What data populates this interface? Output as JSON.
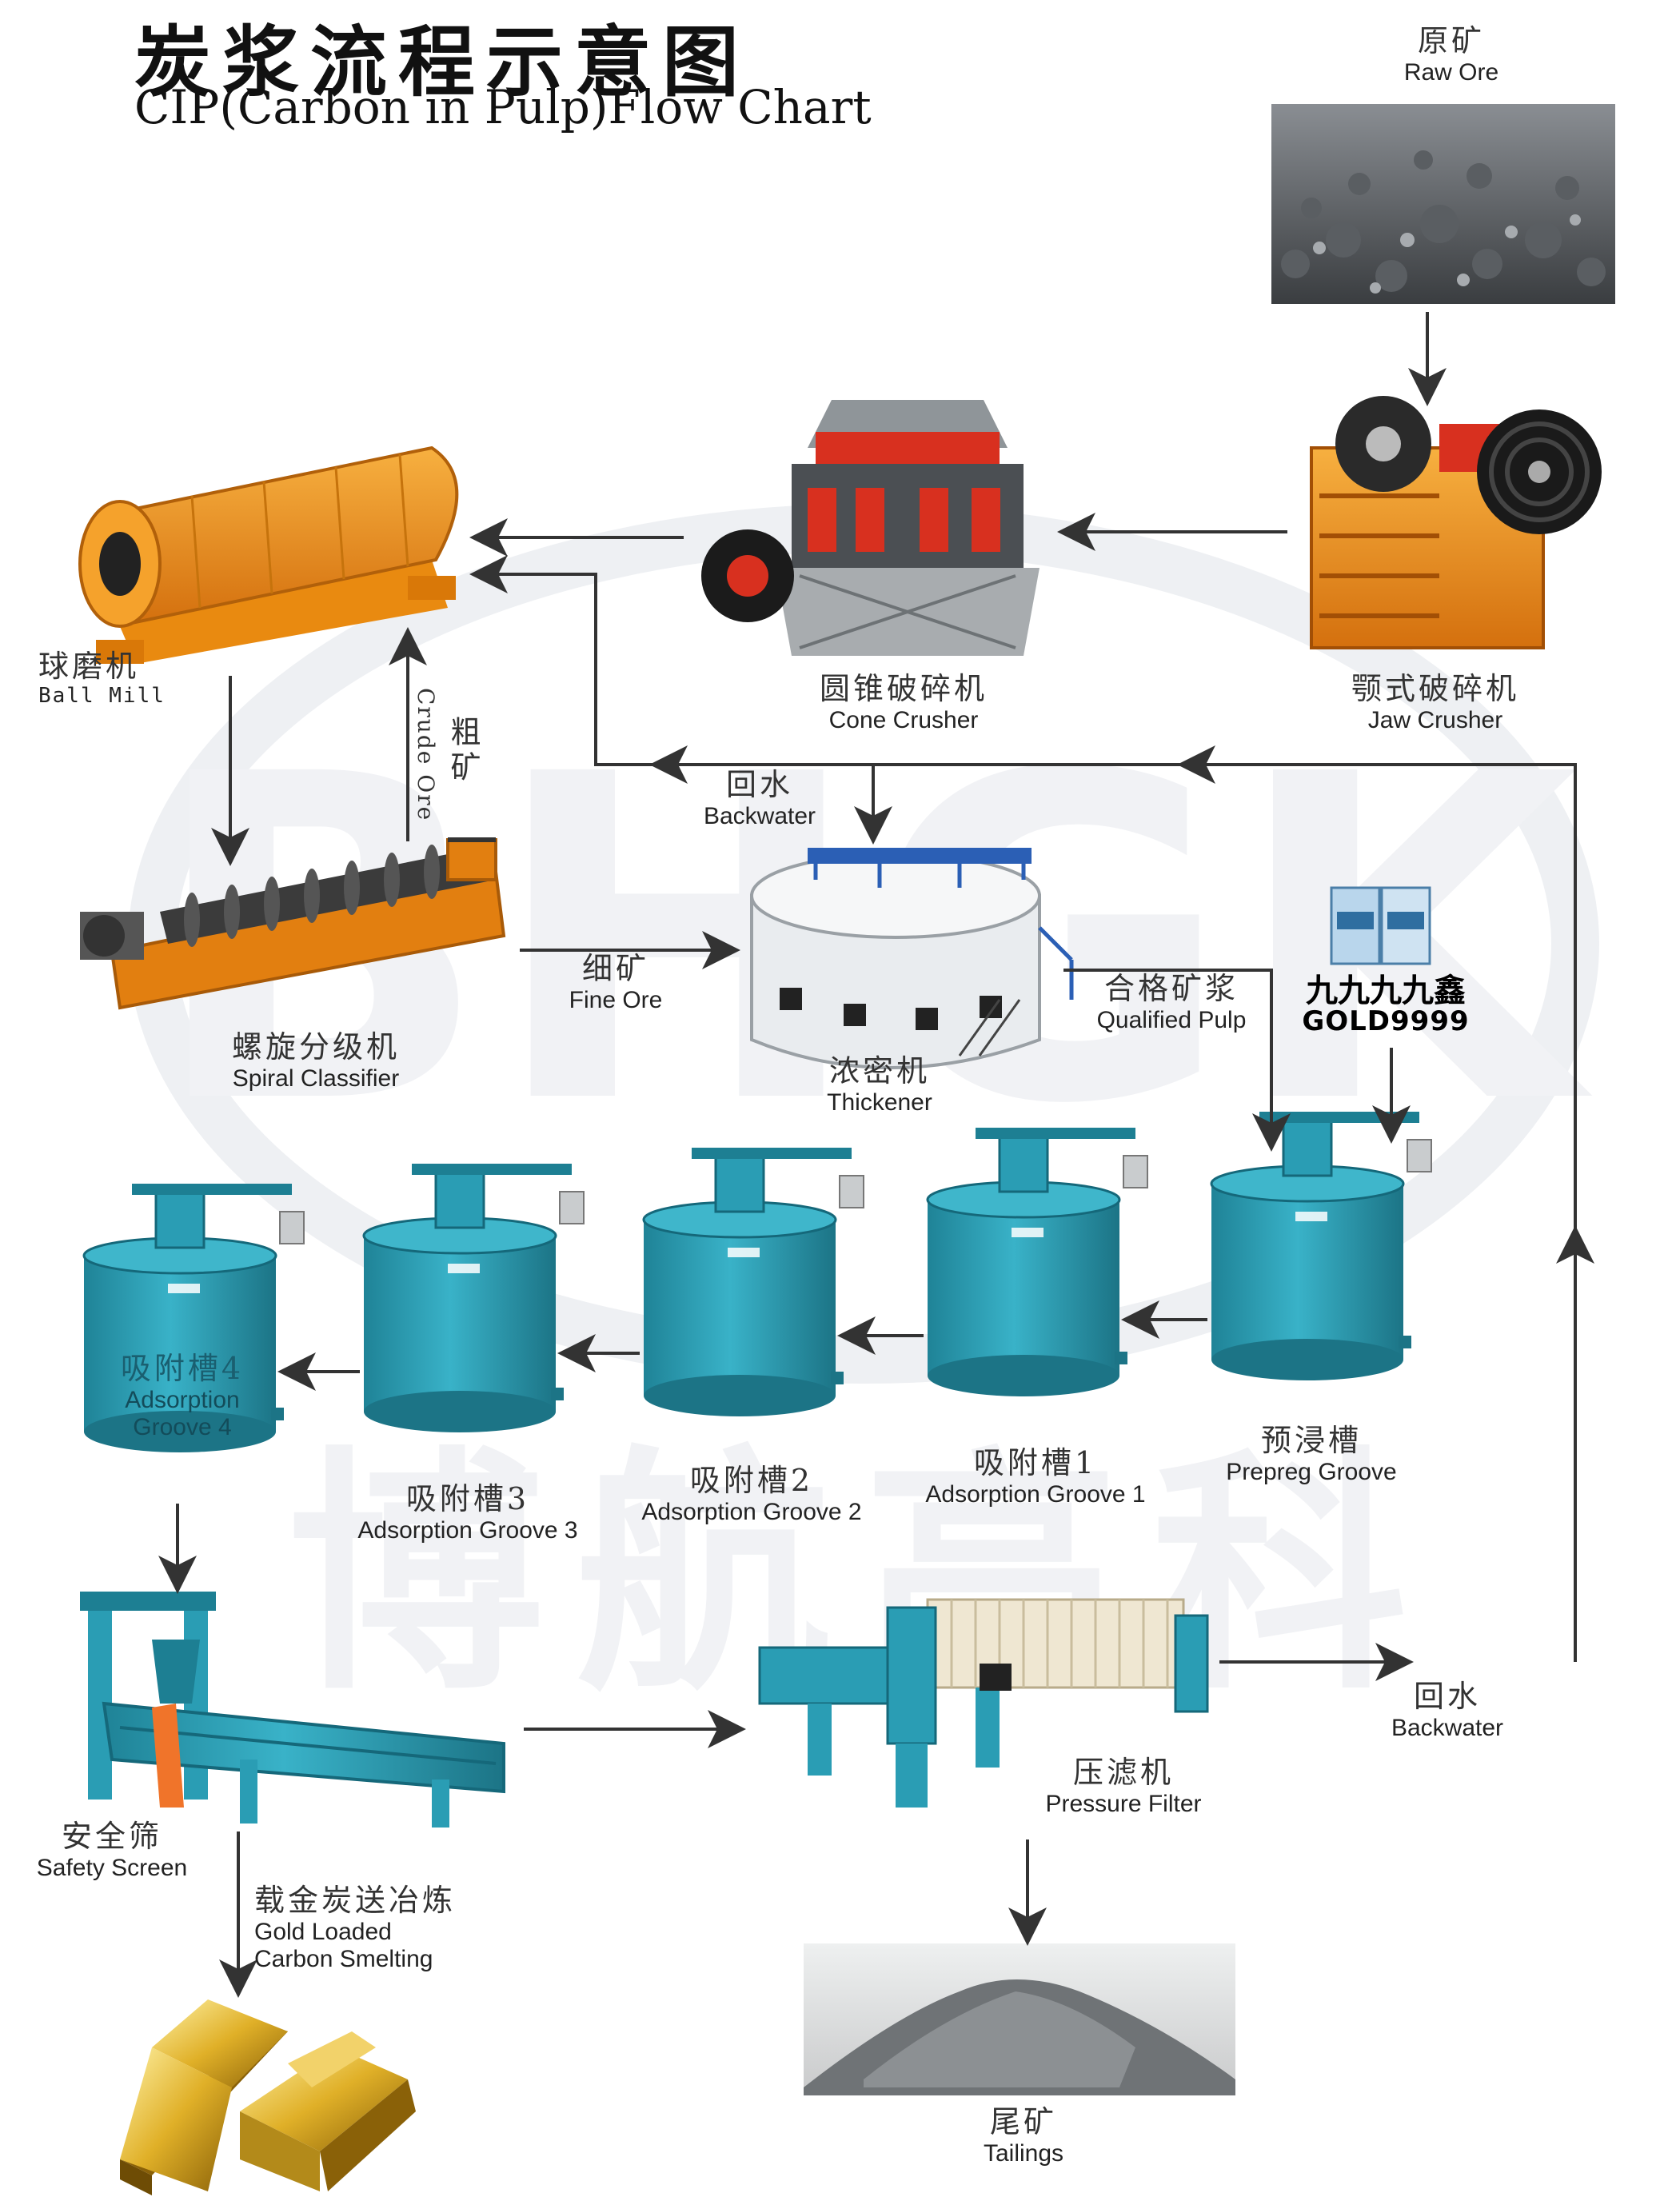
{
  "title": {
    "zh": "炭浆流程示意图",
    "en": "CIP(Carbon in Pulp)Flow  Chart"
  },
  "watermark": {
    "logo_letters": "BHGK",
    "company_zh": "博航高科"
  },
  "nodes": {
    "raw_ore": {
      "zh": "原矿",
      "en": "Raw Ore"
    },
    "jaw_crusher": {
      "zh": "颚式破碎机",
      "en": "Jaw Crusher"
    },
    "cone_crusher": {
      "zh": "圆锥破碎机",
      "en": "Cone Crusher"
    },
    "ball_mill": {
      "zh": "球磨机",
      "en": "Ball Mill"
    },
    "spiral_classifier": {
      "zh": "螺旋分级机",
      "en": "Spiral Classifier"
    },
    "thickener": {
      "zh": "浓密机",
      "en": "Thickener"
    },
    "reagent": {
      "zh": "九九九九鑫",
      "en": "GOLD9999"
    },
    "prepreg_groove": {
      "zh": "预浸槽",
      "en": "Prepreg Groove"
    },
    "adsorption_1": {
      "zh": "吸附槽1",
      "en": "Adsorption Groove 1"
    },
    "adsorption_2": {
      "zh": "吸附槽2",
      "en": "Adsorption Groove 2"
    },
    "adsorption_3": {
      "zh": "吸附槽3",
      "en": "Adsorption Groove 3"
    },
    "adsorption_4": {
      "zh": "吸附槽4",
      "en": "Adsorption",
      "en2": "Groove 4"
    },
    "safety_screen": {
      "zh": "安全筛",
      "en": "Safety Screen"
    },
    "pressure_filter": {
      "zh": "压滤机",
      "en": "Pressure Filter"
    },
    "tailings": {
      "zh": "尾矿",
      "en": "Tailings"
    },
    "gold": {
      "zh": "",
      "en": ""
    }
  },
  "edge_labels": {
    "crude_ore": {
      "zh": "粗矿",
      "en": "Crude Ore"
    },
    "fine_ore": {
      "zh": "细矿",
      "en": "Fine Ore"
    },
    "backwater_top": {
      "zh": "回水",
      "en": "Backwater"
    },
    "qualified_pulp": {
      "zh": "合格矿浆",
      "en": "Qualified Pulp"
    },
    "backwater_right": {
      "zh": "回水",
      "en": "Backwater"
    },
    "gold_loaded": {
      "zh": "载金炭送冶炼",
      "en": "Gold Loaded",
      "en2": "Carbon Smelting"
    }
  },
  "colors": {
    "orange": "#f08a1c",
    "teal": "#2a9db4",
    "teal_dark": "#1d7f93",
    "red": "#d8301f",
    "arrow": "#333333",
    "gold": "#d9a520"
  }
}
